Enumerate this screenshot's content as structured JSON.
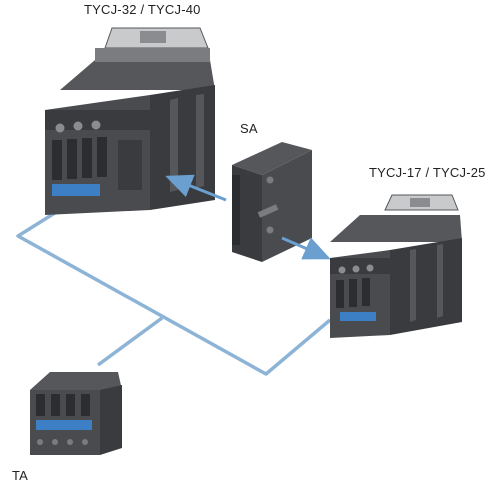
{
  "labels": {
    "large_contactor": "TYCJ-32 / TYCJ-40",
    "auxiliary_block": "SA",
    "small_contactor": "TYCJ-17 / TYCJ-25",
    "front_module": "TA"
  },
  "colors": {
    "connector_line": "#8db4d6",
    "arrow": "#6a9fd0",
    "terminal_blue": "#3d7fc4",
    "body_dark": "#3a3b3e",
    "body_mid": "#55575b",
    "body_light": "#7a7c80",
    "cover_light": "#c9cacc"
  }
}
